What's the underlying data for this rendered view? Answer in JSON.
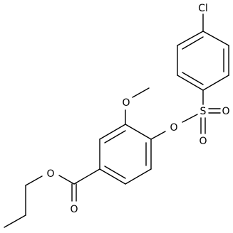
{
  "molecule": {
    "atoms": {
      "chlorine": "Cl",
      "sulfur": "S",
      "sulfonyl_oxygen_upper": "O",
      "sulfonyl_oxygen_lower": "O",
      "sulfonate_ester_oxygen": "O",
      "methoxy_oxygen": "O",
      "carbonyl_oxygen": "O",
      "ester_oxygen": "O"
    }
  },
  "colors": {
    "bond": "#000000",
    "label": "#000000",
    "background": "#ffffff"
  }
}
